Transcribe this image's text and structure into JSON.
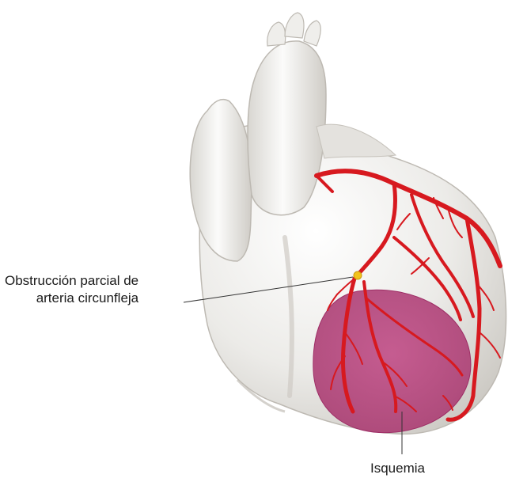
{
  "labels": {
    "obstruction_line1": "Obstrucción parcial de",
    "obstruction_line2": "arteria circunfleja",
    "ischemia": "Isquemia"
  },
  "colors": {
    "heart": "#e8e6e2",
    "artery": "#d7191f",
    "ischemia": "#b3407a",
    "obstruction": "#f2c21b"
  }
}
